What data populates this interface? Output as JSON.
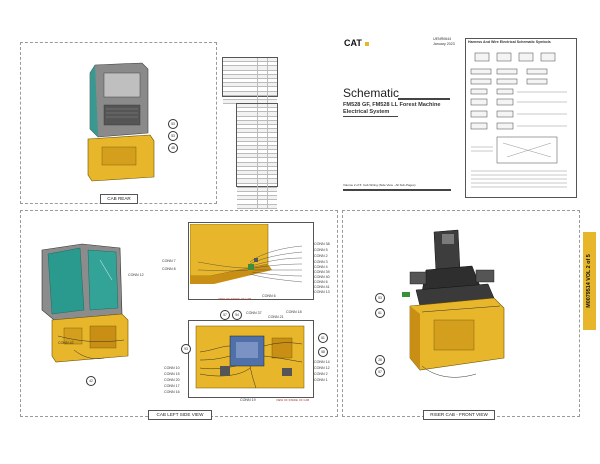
{
  "title_block": {
    "brand": "CAT",
    "doc_code": "UENR0644",
    "doc_date": "January 2023",
    "heading": "Schematic",
    "model_line": "FM528 GF, FM528 LL Forest Machine",
    "system_line": "Electrical System",
    "volume_caption": "Volume 2 of 5: Cab Wiring (Side View - All Sub-Pages)"
  },
  "views": {
    "cab_rear": "CAB REAR",
    "cab_left_side": "CAB LEFT SIDE VIEW",
    "riser_cab_front": "RISER CAB - FRONT VIEW"
  },
  "side_tab": "M0079514 VOL 2 of 5",
  "legend_title": "Harness And Wire Electrical Schematic Symbols",
  "connectors": {
    "top_detail_left": [
      "CONN 7",
      "CONN 8"
    ],
    "top_detail_right": [
      "CONN 38",
      "CONN 5",
      "CONN 2",
      "CONN 3",
      "CONN 4",
      "CONN 39",
      "CONN 40",
      "CONN 6",
      "CONN 41",
      "CONN 13"
    ],
    "top_detail_bottom": "CONN 6",
    "bottom_detail_left": [
      "CONN 10",
      "CONN 15",
      "CONN 20",
      "CONN 17",
      "CONN 16"
    ],
    "bottom_detail_right": [
      "CONN 14",
      "CONN 12",
      "CONN 2",
      "CONN 1"
    ],
    "bottom_detail_top": [
      "CONN 37",
      "CONN 21",
      "CONN 18"
    ],
    "bottom_detail_bottom": "CONN 19",
    "left_view": [
      "CONN 12",
      "CONN 42"
    ]
  },
  "detail_captions": {
    "top": "VIEW OF INSIDE OF CAB",
    "bottom": "VIEW OF INSIDE OF CAB"
  },
  "callouts": {
    "cab_rear": [
      "53",
      "53",
      "48"
    ],
    "left_view": [
      "42"
    ],
    "bottom_detail": [
      "57",
      "94",
      "93",
      "61",
      "58"
    ],
    "riser": [
      "53",
      "61",
      "28",
      "57"
    ]
  },
  "colors": {
    "cab_yellow": "#e7b62b",
    "glass_teal": "#2a9a8f",
    "frame_gray": "#8c8c8c"
  }
}
